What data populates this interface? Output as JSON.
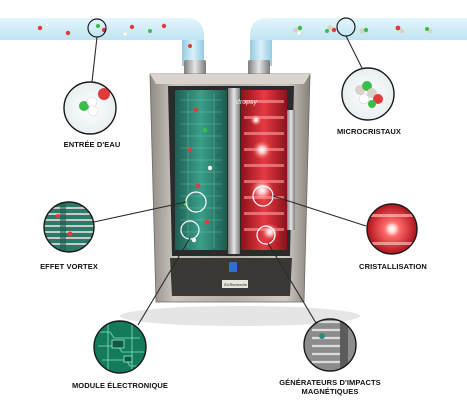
{
  "device": {
    "brand": "dropsy",
    "plate_brand": "IDLRecherche"
  },
  "labels": {
    "entree": "ENTRÉE D'EAU",
    "microcristaux": "MICROCRISTAUX",
    "vortex": "EFFET VORTEX",
    "cristallisation": "CRISTALLISATION",
    "module": "MODULE ÉLECTRONIQUE",
    "generateurs_line1": "GÉNÉRATEURS D'IMPACTS",
    "generateurs_line2": "MAGNÉTIQUES"
  },
  "colors": {
    "pipe": "#bde3f1",
    "pipe_shade": "#9fd0e6",
    "cold_chamber": "#2f8b78",
    "hot_chamber": "#d7202c",
    "casing": "#b9b4ad",
    "circuit_board": "#147a5c",
    "callout_line": "#2a2a2a"
  }
}
